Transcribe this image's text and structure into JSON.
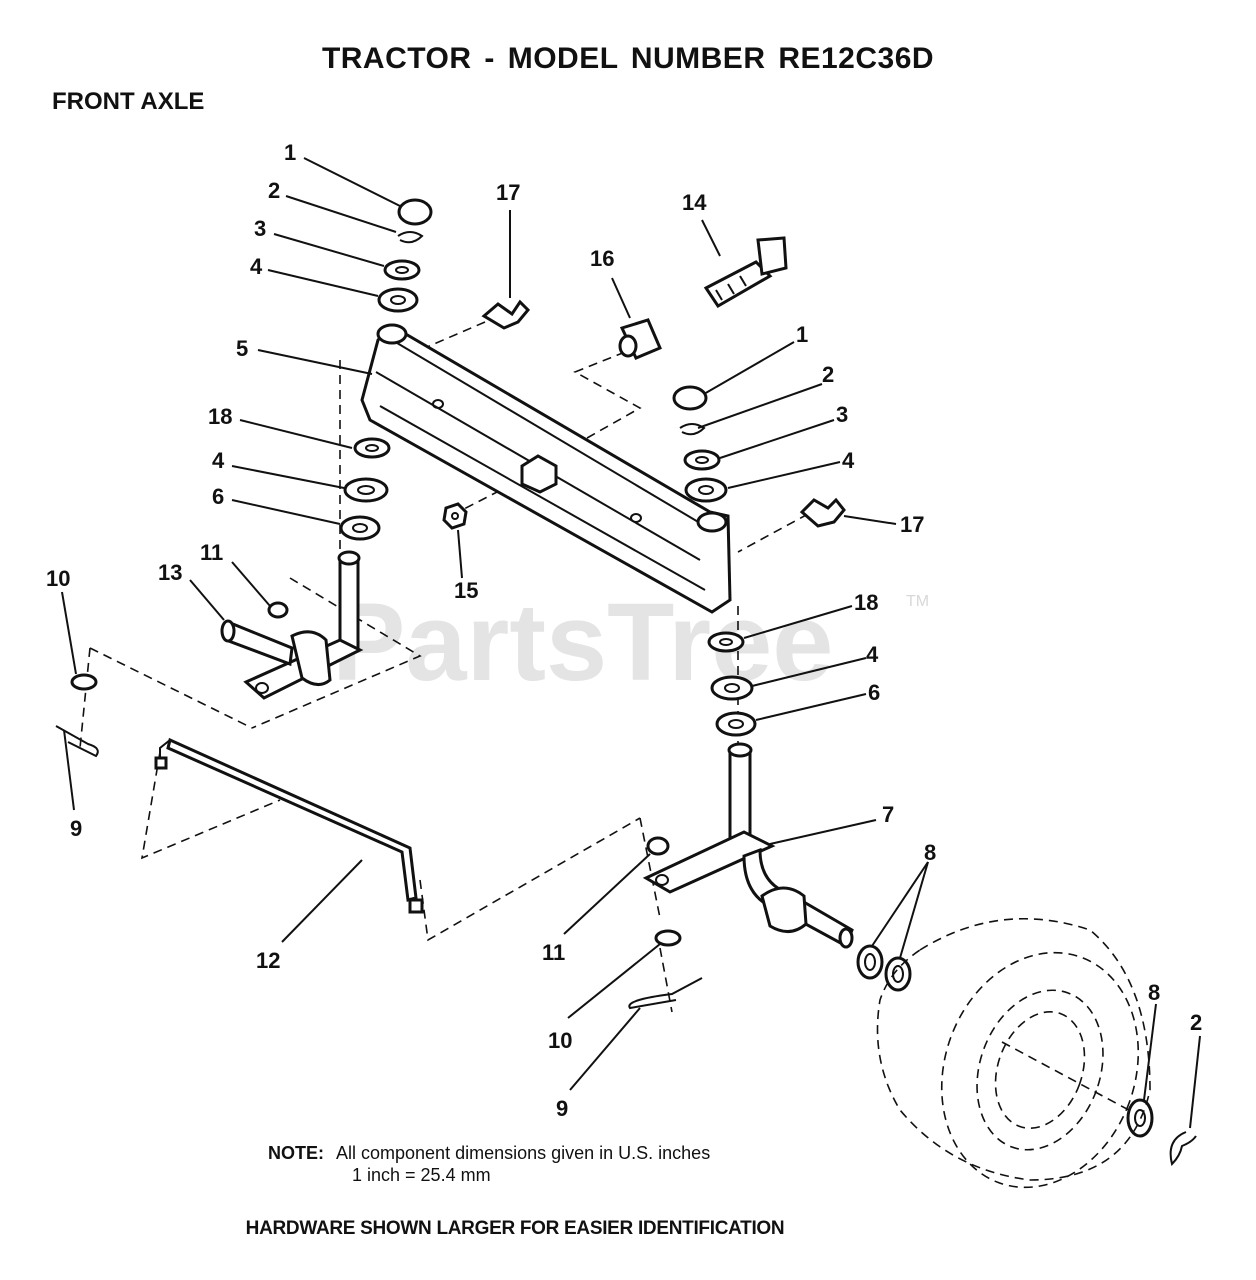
{
  "title": "TRACTOR   - MODEL NUMBER RE12C36D",
  "subtitle": "FRONT AXLE",
  "watermark": "PartsTree",
  "watermark_tm": "TM",
  "note": {
    "label": "NOTE:",
    "line1": "All component dimensions given in U.S. inches",
    "line2": "1 inch = 25.4 mm"
  },
  "hardware_note": "HARDWARE SHOWN LARGER FOR EASIER IDENTIFICATION",
  "callouts": [
    "1",
    "2",
    "3",
    "4",
    "5",
    "18",
    "4",
    "6",
    "11",
    "13",
    "10",
    "9",
    "17",
    "16",
    "14",
    "1",
    "2",
    "3",
    "4",
    "17",
    "15",
    "18",
    "4",
    "6",
    "7",
    "8",
    "12",
    "11",
    "10",
    "9",
    "8",
    "2"
  ]
}
